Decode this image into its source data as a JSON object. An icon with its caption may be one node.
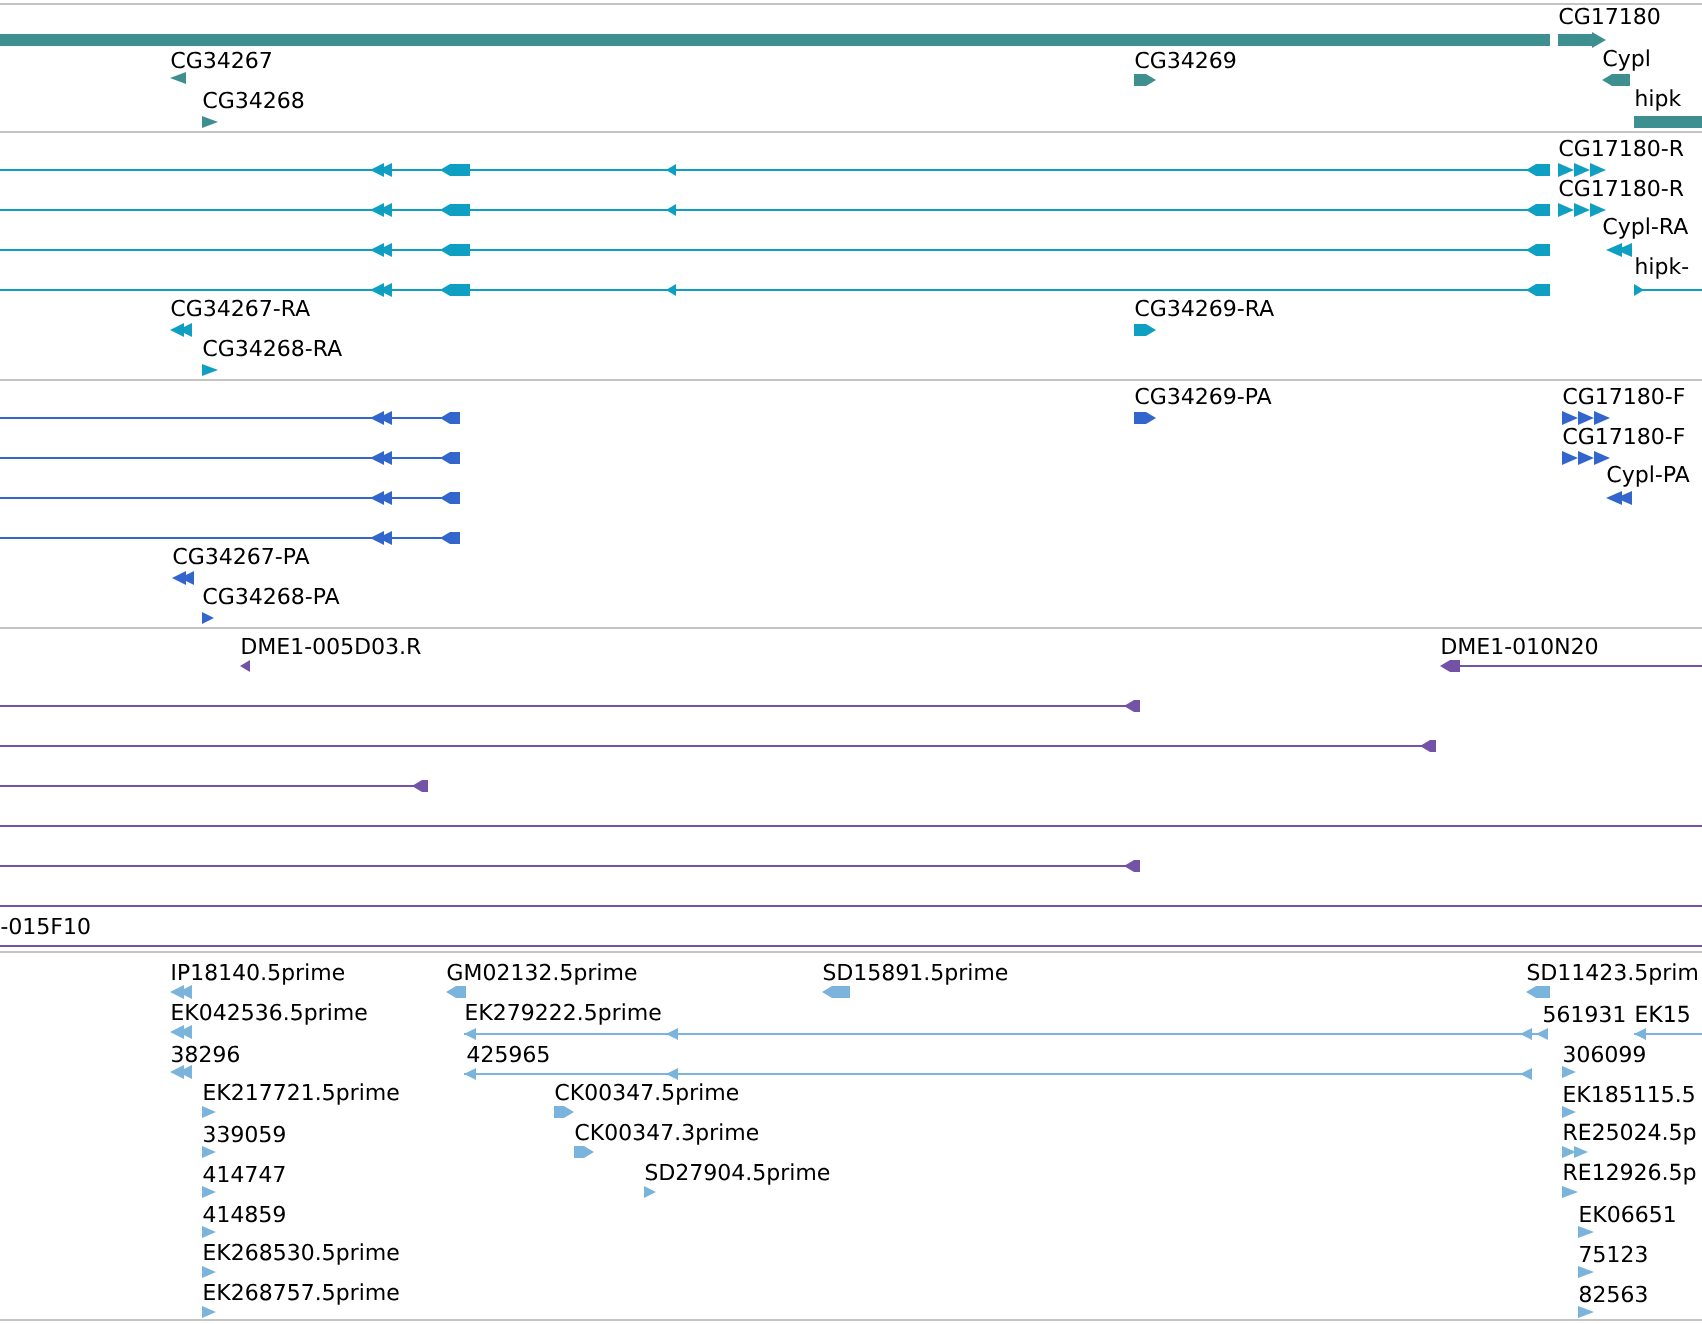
{
  "diagram": {
    "labels": [
      "CG17180",
      "CG34267",
      "CG34269",
      "Cypl",
      "CG34268",
      "hipk",
      "CG17180-R",
      "CG17180-R",
      "Cypl-RA",
      "hipk-",
      "CG34267-RA",
      "CG34269-RA",
      "CG34268-RA",
      "CG34269-PA",
      "CG17180-F",
      "CG17180-F",
      "Cypl-PA",
      "CG34267-PA",
      "CG34268-PA",
      "DME1-005D03.R",
      "DME1-010N20",
      "-015F10",
      "IP18140.5prime",
      "GM02132.5prime",
      "SD15891.5prime",
      "SD11423.5prim",
      "EK042536.5prime",
      "EK279222.5prime",
      "561931",
      "EK15",
      "38296",
      "425965",
      "306099",
      "EK217721.5prime",
      "CK00347.5prime",
      "EK185115.5",
      "339059",
      "CK00347.3prime",
      "RE25024.5p",
      "414747",
      "SD27904.5prime",
      "RE12926.5p",
      "414859",
      "EK06651",
      "EK268530.5prime",
      "75123",
      "EK268757.5prime",
      "82563"
    ]
  }
}
